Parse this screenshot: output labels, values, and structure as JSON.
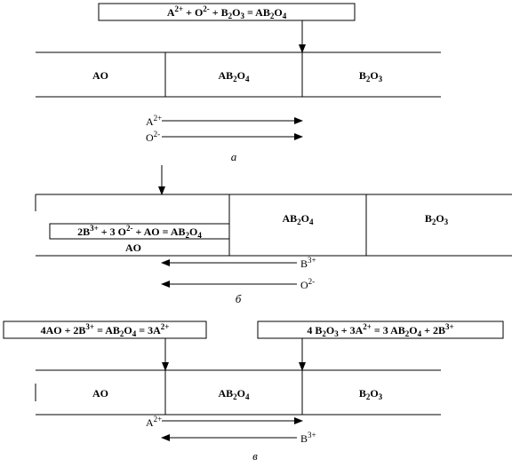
{
  "panel_a": {
    "equation": {
      "t1": "A",
      "s1": "2+",
      "t2": " + O",
      "s2": "2-",
      "t3": " + B",
      "b1": "2",
      "t4": "O",
      "b2": "3",
      "t5": " = AB",
      "b3": "2",
      "t6": "O",
      "b4": "4"
    },
    "layers": {
      "left": {
        "text": "AO"
      },
      "middle": {
        "t1": "AB",
        "b1": "2",
        "t2": "O",
        "b2": "4"
      },
      "right": {
        "t1": "B",
        "b1": "2",
        "t2": "O",
        "b2": "3"
      }
    },
    "ions": {
      "first": {
        "t": "A",
        "s": "2+"
      },
      "second": {
        "t": "O",
        "s": "2-"
      }
    },
    "caption": "а"
  },
  "panel_b": {
    "equation": {
      "t1": "2B",
      "s1": "3+",
      "t2": " + 3 O",
      "s2": "2-",
      "t3": " + AO = AB",
      "b1": "2",
      "t4": "O",
      "b2": "4"
    },
    "layers": {
      "left": {
        "text": "AO"
      },
      "middle": {
        "t1": "AB",
        "b1": "2",
        "t2": "O",
        "b2": "4"
      },
      "right": {
        "t1": "B",
        "b1": "2",
        "t2": "O",
        "b2": "3"
      }
    },
    "ions": {
      "first": {
        "t": "B",
        "s": "3+"
      },
      "second": {
        "t": "O",
        "s": "2-"
      }
    },
    "caption": "б"
  },
  "panel_c": {
    "equation_left": {
      "t1": "4AO + 2B",
      "s1": "3+",
      "t2": " = AB",
      "b1": "2",
      "t3": "O",
      "b2": "4",
      "t4": " = 3A",
      "s2": "2+"
    },
    "equation_right": {
      "t1": "4 B",
      "b1": "2",
      "t2": "O",
      "b2": "3",
      "t3": " + 3A",
      "s1": "2+",
      "t4": " = 3 AB",
      "b3": "2",
      "t5": "O",
      "b4": "4",
      "t6": " + 2B",
      "s2": "3+"
    },
    "layers": {
      "left": {
        "text": "AO"
      },
      "middle": {
        "t1": "AB",
        "b1": "2",
        "t2": "O",
        "b2": "4"
      },
      "right": {
        "t1": "B",
        "b1": "2",
        "t2": "O",
        "b2": "3"
      }
    },
    "ions": {
      "first": {
        "t": "A",
        "s": "2+"
      },
      "second": {
        "t": "B",
        "s": "3+"
      }
    },
    "caption": "в"
  }
}
